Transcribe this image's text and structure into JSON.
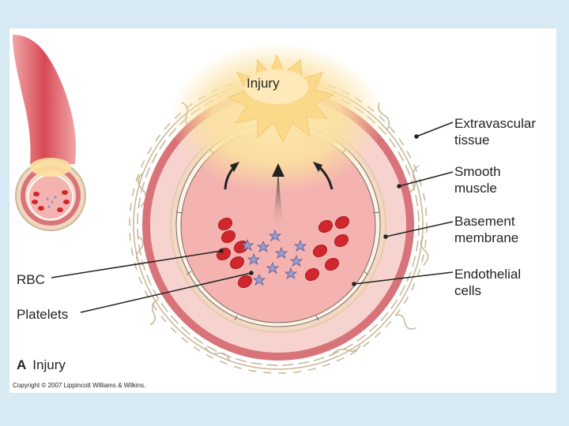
{
  "diagram": {
    "injury_label": "Injury",
    "labels": {
      "extravascular": [
        "Extravascular",
        "tissue"
      ],
      "smooth_muscle": [
        "Smooth",
        "muscle"
      ],
      "basement_membrane": [
        "Basement",
        "membrane"
      ],
      "endothelial": [
        "Endothelial",
        "cells"
      ],
      "rbc": "RBC",
      "platelets": "Platelets"
    },
    "caption": {
      "letter": "A",
      "text": "Injury"
    },
    "copyright": "Copyright © 2007 Lippincott Williams & Wilkins.",
    "colors": {
      "background": "#d7e9f2",
      "vessel_wall": "#d9737a",
      "lumen": "#f4b3b0",
      "rbc": "#d0262c",
      "platelet": "#9a9ccc",
      "injury": "#fbe2a2",
      "tissue_fibers": "#c9b99b"
    },
    "icons": [
      "rbc-icon",
      "platelet-icon",
      "arrow-icon",
      "fiber-icon"
    ]
  }
}
